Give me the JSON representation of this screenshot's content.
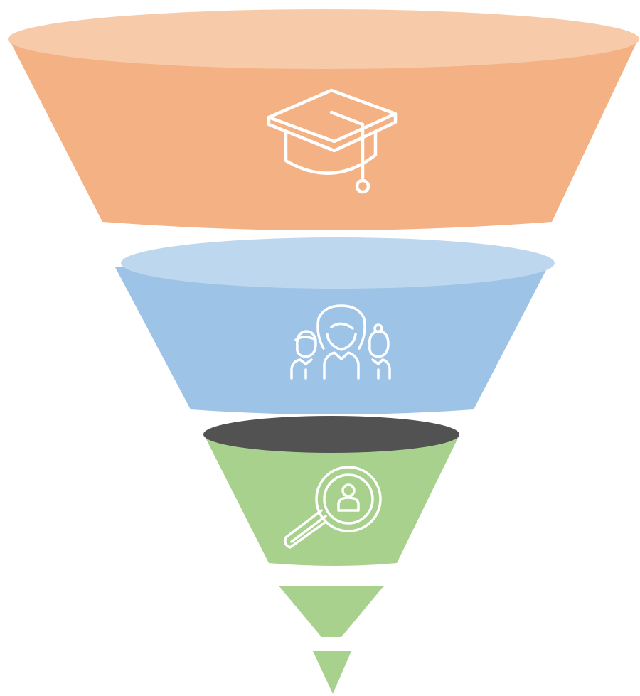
{
  "diagram": {
    "type": "funnel",
    "stages": [
      {
        "id": "education",
        "icon": "graduation-cap-icon",
        "color": "#f4b183",
        "rim_color": "#f7cba9"
      },
      {
        "id": "candidates",
        "icon": "group-of-people-icon",
        "color": "#9dc3e6",
        "rim_color": "#bdd7ee"
      },
      {
        "id": "search",
        "icon": "magnifier-person-icon",
        "color": "#a9d18e",
        "rim_color": "#525252"
      },
      {
        "id": "narrow",
        "icon": "",
        "color": "#a9d18e"
      },
      {
        "id": "tip",
        "icon": "",
        "color": "#a9d18e"
      }
    ],
    "icon_color": "#ffffff"
  }
}
